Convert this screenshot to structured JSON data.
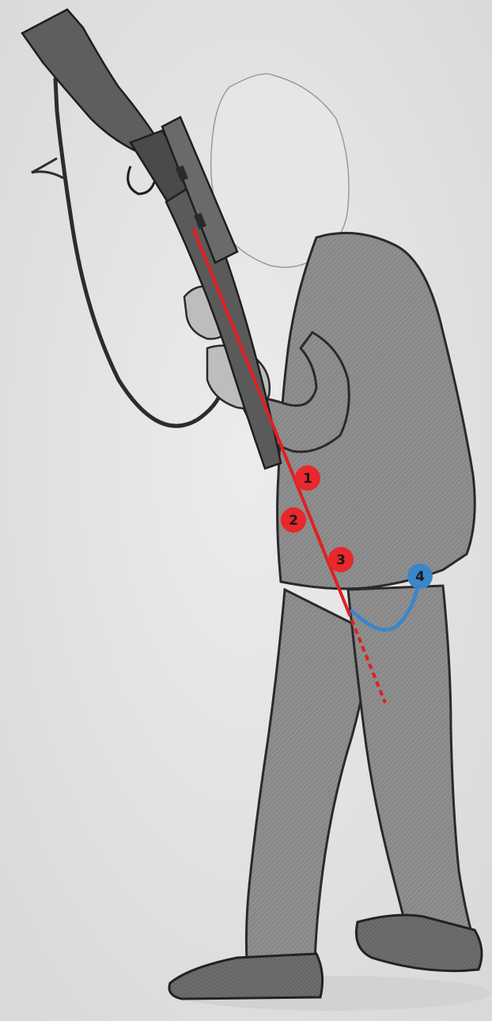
{
  "markers": [
    {
      "id": "1",
      "label": "1",
      "color": "#e8282b"
    },
    {
      "id": "2",
      "label": "2",
      "color": "#e8282b"
    },
    {
      "id": "3",
      "label": "3",
      "color": "#e8282b"
    },
    {
      "id": "4",
      "label": "4",
      "color": "#3a86c8"
    }
  ],
  "colors": {
    "alignment_line": "#e02020",
    "offset_line": "#3a86c8",
    "figure": "#8e8e8e",
    "outline": "#2a2a2a",
    "background": "#e4e4e4"
  }
}
